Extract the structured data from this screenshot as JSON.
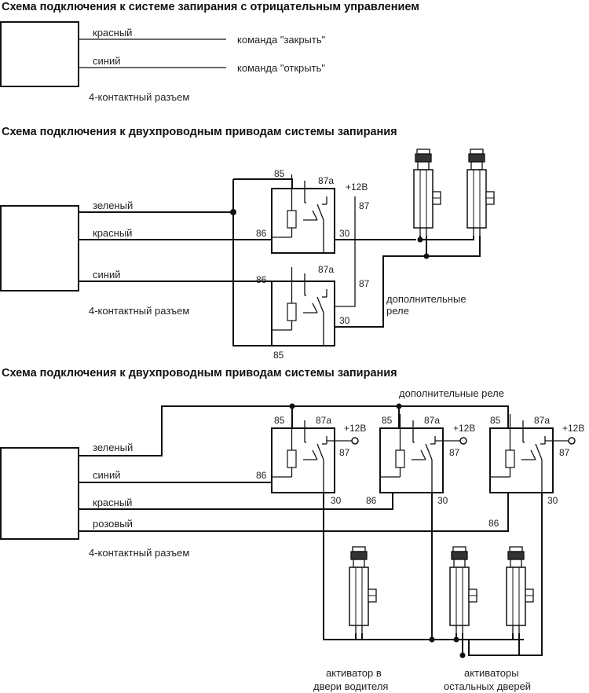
{
  "diagram1": {
    "title": "Схема подключения к системе запирания с отрицательным управлением",
    "wire_red": "красный",
    "wire_blue": "синий",
    "cmd_close": "команда \"закрыть\"",
    "cmd_open": "команда \"открыть\"",
    "connector": "4-контактный разъем"
  },
  "diagram2": {
    "title": "Схема подключения к двухпроводным приводам системы запирания",
    "wire_green": "зеленый",
    "wire_red": "красный",
    "wire_blue": "синий",
    "connector": "4-контактный разъем",
    "extra_relays": "дополнительные",
    "extra_relays2": "реле",
    "pins": {
      "p85": "85",
      "p86": "86",
      "p87a": "87a",
      "p87": "87",
      "p30": "30",
      "p12v": "+12В"
    }
  },
  "diagram3": {
    "title": "Схема подключения к двухпроводным приводам системы запирания",
    "extra_relays": "дополнительные реле",
    "wire_green": "зеленый",
    "wire_blue": "синий",
    "wire_red": "красный",
    "wire_pink": "розовый",
    "connector": "4-контактный разъем",
    "driver_act1": "активатор в",
    "driver_act2": "двери водителя",
    "other_act1": "активаторы",
    "other_act2": "остальных дверей",
    "pins": {
      "p85": "85",
      "p86": "86",
      "p87a": "87a",
      "p87": "87",
      "p30": "30",
      "p12v": "+12В"
    }
  }
}
